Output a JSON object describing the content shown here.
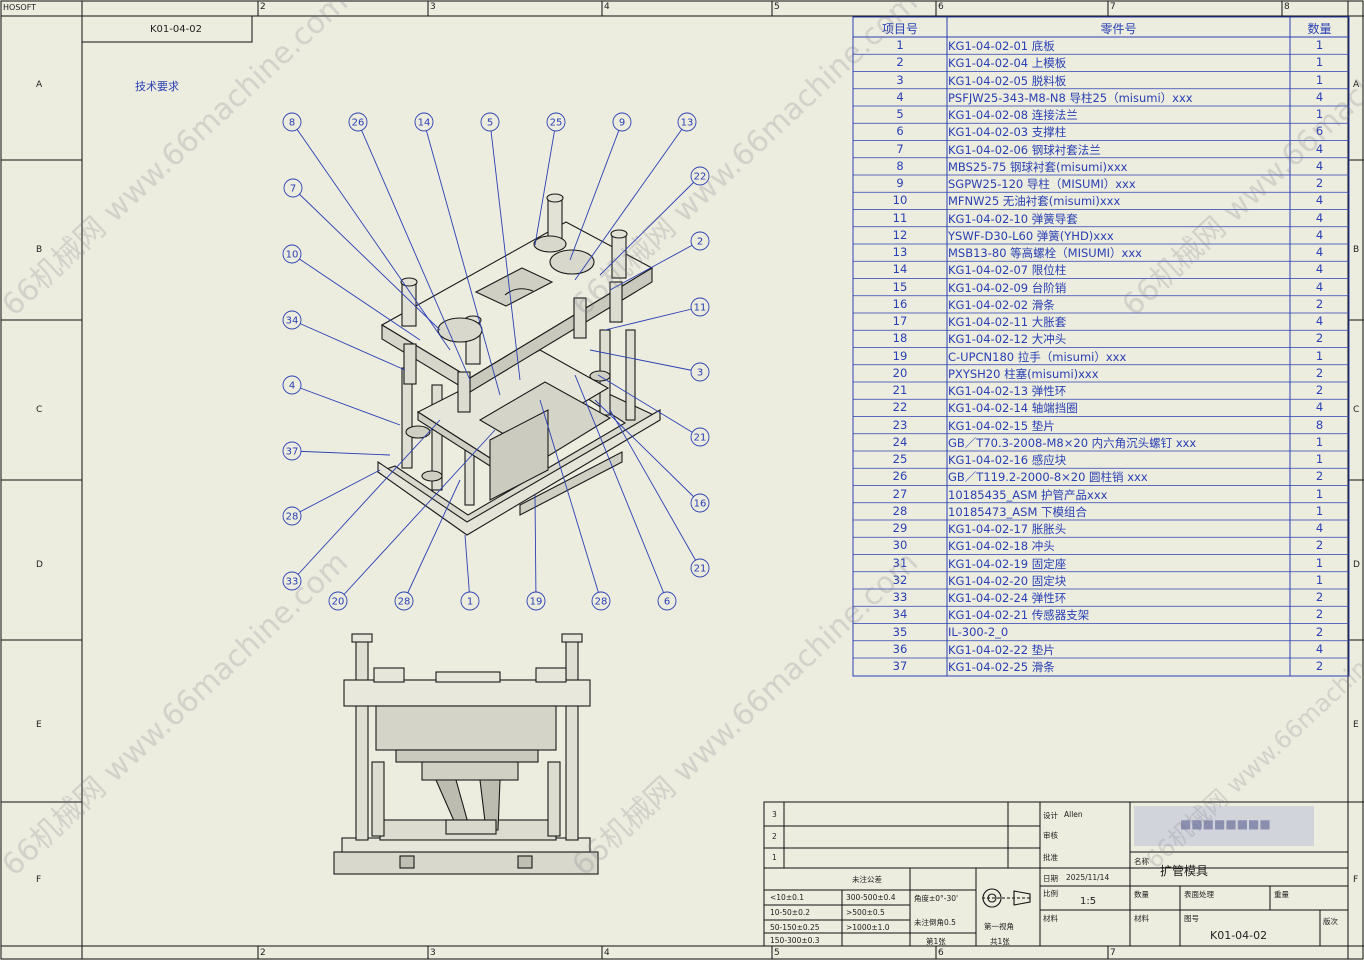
{
  "sheet_label": "HOSOFT",
  "zone_top": [
    "2",
    "3",
    "4",
    "5",
    "6",
    "7",
    "8"
  ],
  "zone_bottom": [
    "2",
    "3",
    "4",
    "5",
    "6",
    "7"
  ],
  "zone_left": [
    "A",
    "B",
    "C",
    "D",
    "E",
    "F"
  ],
  "zone_right": [
    "A",
    "B",
    "C",
    "D",
    "E",
    "F"
  ],
  "top_left_box": "K01-04-02",
  "tech_req": "技术要求",
  "bom_headers": {
    "item": "项目号",
    "part": "零件号",
    "qty": "数量"
  },
  "bom": [
    {
      "no": "1",
      "part": "KG1-04-02-01 底板",
      "qty": "1"
    },
    {
      "no": "2",
      "part": "KG1-04-02-04 上模板",
      "qty": "1"
    },
    {
      "no": "3",
      "part": "KG1-04-02-05 脱料板",
      "qty": "1"
    },
    {
      "no": "4",
      "part": "PSFJW25-343-M8-N8 导柱25（misumi）xxx",
      "qty": "4"
    },
    {
      "no": "5",
      "part": "KG1-04-02-08 连接法兰",
      "qty": "1"
    },
    {
      "no": "6",
      "part": "KG1-04-02-03 支撑柱",
      "qty": "6"
    },
    {
      "no": "7",
      "part": "KG1-04-02-06 钢球衬套法兰",
      "qty": "4"
    },
    {
      "no": "8",
      "part": "MBS25-75 钢球衬套(misumi)xxx",
      "qty": "4"
    },
    {
      "no": "9",
      "part": "SGPW25-120 导柱（MISUMI）xxx",
      "qty": "2"
    },
    {
      "no": "10",
      "part": "MFNW25 无油衬套(misumi)xxx",
      "qty": "4"
    },
    {
      "no": "11",
      "part": "KG1-04-02-10 弹簧导套",
      "qty": "4"
    },
    {
      "no": "12",
      "part": "YSWF-D30-L60 弹簧(YHD)xxx",
      "qty": "4"
    },
    {
      "no": "13",
      "part": "MSB13-80 等高螺栓（MISUMI）xxx",
      "qty": "4"
    },
    {
      "no": "14",
      "part": "KG1-04-02-07 限位柱",
      "qty": "4"
    },
    {
      "no": "15",
      "part": "KG1-04-02-09 台阶销",
      "qty": "4"
    },
    {
      "no": "16",
      "part": "KG1-04-02-02 滑条",
      "qty": "2"
    },
    {
      "no": "17",
      "part": "KG1-04-02-11 大胀套",
      "qty": "4"
    },
    {
      "no": "18",
      "part": "KG1-04-02-12 大冲头",
      "qty": "2"
    },
    {
      "no": "19",
      "part": "C-UPCN180 拉手（misumi）xxx",
      "qty": "1"
    },
    {
      "no": "20",
      "part": "PXYSH20 柱塞(misumi)xxx",
      "qty": "2"
    },
    {
      "no": "21",
      "part": "KG1-04-02-13 弹性环",
      "qty": "2"
    },
    {
      "no": "22",
      "part": "KG1-04-02-14 轴端挡圈",
      "qty": "4"
    },
    {
      "no": "23",
      "part": "KG1-04-02-15 垫片",
      "qty": "8"
    },
    {
      "no": "24",
      "part": "GB／T70.3-2008-M8×20 内六角沉头螺钉 xxx",
      "qty": "1"
    },
    {
      "no": "25",
      "part": "KG1-04-02-16 感应块",
      "qty": "1"
    },
    {
      "no": "26",
      "part": "GB／T119.2-2000-8×20 圆柱销 xxx",
      "qty": "2"
    },
    {
      "no": "27",
      "part": "10185435_ASM 护管产品xxx",
      "qty": "1"
    },
    {
      "no": "28",
      "part": "10185473_ASM 下模组合",
      "qty": "1"
    },
    {
      "no": "29",
      "part": "KG1-04-02-17 胀胀头",
      "qty": "4"
    },
    {
      "no": "30",
      "part": "KG1-04-02-18 冲头",
      "qty": "2"
    },
    {
      "no": "31",
      "part": "KG1-04-02-19 固定座",
      "qty": "1"
    },
    {
      "no": "32",
      "part": "KG1-04-02-20 固定块",
      "qty": "1"
    },
    {
      "no": "33",
      "part": "KG1-04-02-24 弹性环",
      "qty": "2"
    },
    {
      "no": "34",
      "part": "KG1-04-02-21 传感器支架",
      "qty": "2"
    },
    {
      "no": "35",
      "part": "IL-300-2_0",
      "qty": "2"
    },
    {
      "no": "36",
      "part": "KG1-04-02-22 垫片",
      "qty": "4"
    },
    {
      "no": "37",
      "part": "KG1-04-02-25 滑条",
      "qty": "2"
    }
  ],
  "balloons": [
    "8",
    "26",
    "14",
    "5",
    "25",
    "9",
    "13",
    "7",
    "22",
    "2",
    "10",
    "11",
    "34",
    "3",
    "4",
    "21",
    "37",
    "16",
    "28",
    "33",
    "20",
    "28",
    "1",
    "19",
    "28",
    "6",
    "21"
  ],
  "title_block": {
    "rev_rows": [
      "3",
      "2",
      "1"
    ],
    "designer_label": "设计",
    "designer": "Allen",
    "review_label": "审核",
    "check_label": "批准",
    "date_label": "日期",
    "date": "2025/11/14",
    "tolerance_title": "未注公差",
    "tolerances": [
      "<10±0.1",
      "300-500±0.4",
      "10-50±0.2",
      ">500±0.5",
      "50-150±0.25",
      ">1000±1.0",
      "150-300±0.3"
    ],
    "angle_label": "角度±0°-30'",
    "roughness_label": "未注倒角0.5",
    "projection_label": "第一视角",
    "scale_label": "比例",
    "scale": "1:5",
    "sheet_label": "第1张",
    "total_label": "共1张",
    "material_label": "材料",
    "qty_label": "数量",
    "surface_label": "表面处理",
    "weight_label": "重量",
    "part_name_label": "名称",
    "part_name": "扩管模具",
    "drawing_no_label": "图号",
    "drawing_no": "K01-04-02",
    "version_label": "版次",
    "company": "■■■■■■■■"
  },
  "watermark": "66机械网 www.66machine.com",
  "colors": {
    "paper": "#ececdf",
    "ink": "#2a40b4",
    "line": "#111111"
  }
}
